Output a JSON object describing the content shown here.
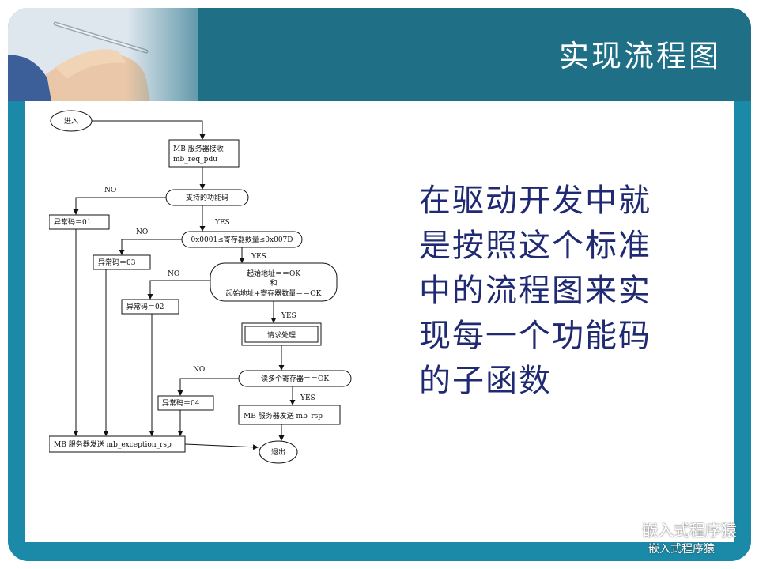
{
  "slide": {
    "title": "实现流程图",
    "side_text_lines": [
      "在驱动开发中就",
      "是按照这个标准",
      "中的流程图来实",
      "现每一个功能码",
      "的子函数"
    ],
    "watermark": "嵌入式程序猿",
    "watermark_small": "嵌入式程序猿"
  },
  "flowchart": {
    "enter": "进入",
    "receive_line1": "MB  服务器接收",
    "receive_line2": "mb_req_pdu",
    "supported": "支持的功能码",
    "range": "0x0001≤寄存器数量≤0x007D",
    "addr_line1": "起始地址＝＝OK",
    "addr_line2": "和",
    "addr_line3": "起始地址+寄存器数量＝＝OK",
    "process": "请求处理",
    "read": "读多个寄存器＝＝OK",
    "send_rsp": "MB 服务器发送 mb_rsp",
    "send_exc": "MB 服务器发送 mb_exception_rsp",
    "exit": "退出",
    "err01": "异常码＝01",
    "err03": "异常码＝03",
    "err02": "异常码＝02",
    "err04": "异常码＝04",
    "no": "NO",
    "yes": "YES"
  }
}
